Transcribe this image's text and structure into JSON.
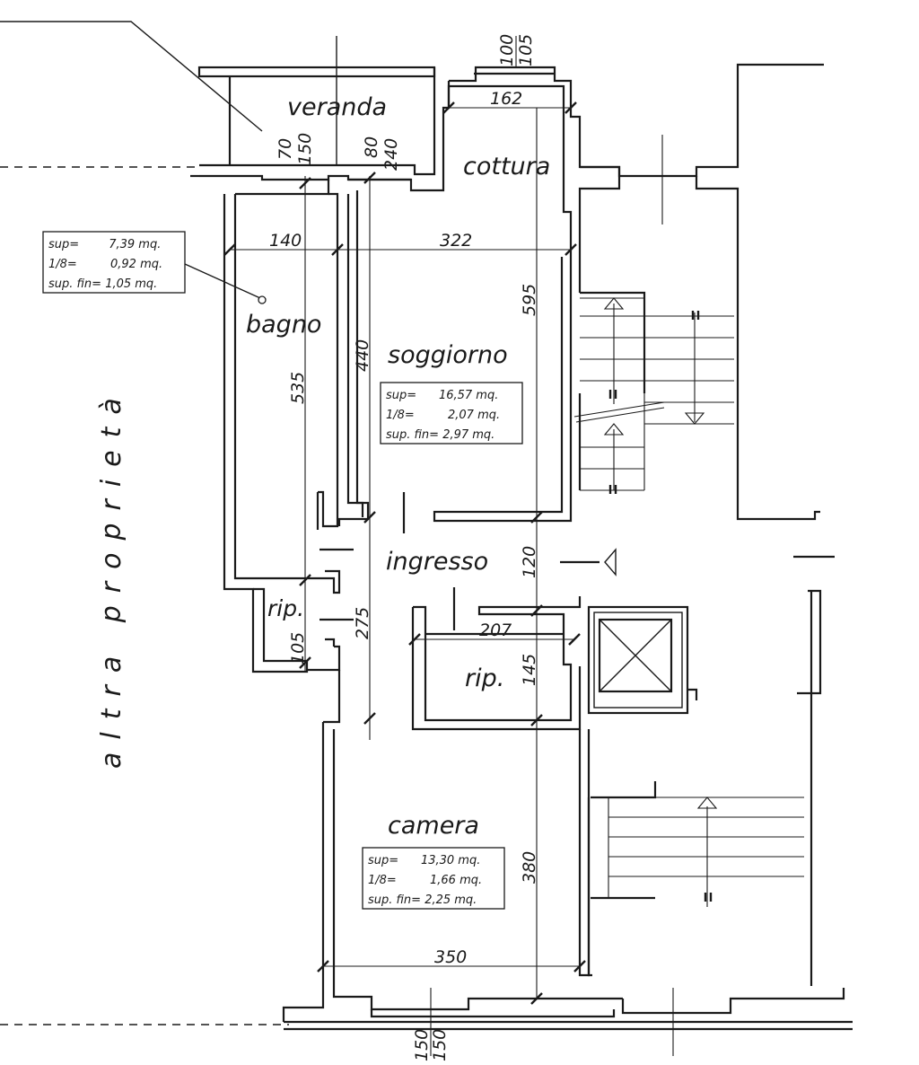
{
  "rooms": {
    "veranda": "veranda",
    "cottura": "cottura",
    "bagno": "bagno",
    "soggiorno": "soggiorno",
    "ingresso": "ingresso",
    "rip_small": "rip.",
    "rip_large": "rip.",
    "camera": "camera"
  },
  "side_label": "altra proprietà",
  "dimensions": {
    "d100": "100",
    "d105_top": "105",
    "d162": "162",
    "d70": "70",
    "d150_top": "150",
    "d80": "80",
    "d240": "240",
    "d140": "140",
    "d322": "322",
    "d595": "595",
    "d440": "440",
    "d535": "535",
    "d120": "120",
    "d275": "275",
    "d207": "207",
    "d105_rip": "105",
    "d145": "145",
    "d380": "380",
    "d350": "350",
    "d150_bl": "150",
    "d150_br": "150"
  },
  "info_boxes": {
    "bagno": {
      "sup": "sup=        7,39 mq.",
      "ottavo": "1/8=         0,92 mq.",
      "fin": "sup. fin= 1,05 mq."
    },
    "soggiorno": {
      "sup": "sup=      16,57 mq.",
      "ottavo": "1/8=         2,07 mq.",
      "fin": "sup. fin= 2,97 mq."
    },
    "camera": {
      "sup": "sup=      13,30 mq.",
      "ottavo": "1/8=         1,66 mq.",
      "fin": "sup. fin= 2,25 mq."
    }
  }
}
